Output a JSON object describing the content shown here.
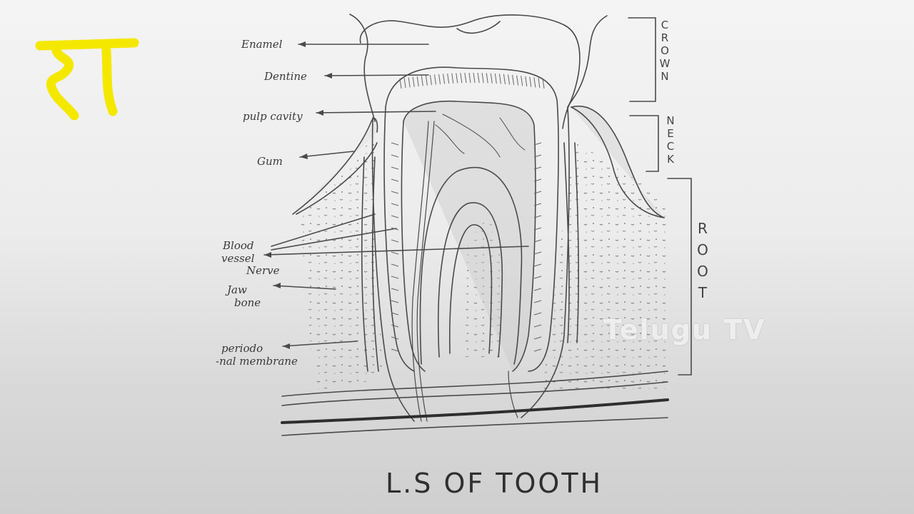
{
  "labels": {
    "enamel": "Enamel",
    "dentine": "Dentine",
    "pulp_cavity": "pulp cavity",
    "gum": "Gum",
    "blood": "Blood",
    "vessel": "vessel",
    "nerve": "Nerve",
    "jaw": "Jaw",
    "bone": "bone",
    "periodo": "periodo",
    "membrane": "-nal membrane"
  },
  "regions": {
    "crown": "CROWN",
    "neck": "NECK",
    "root": "ROOT"
  },
  "title": "L.S OF TOOTH",
  "watermark": "Telugu TV",
  "colors": {
    "logo": "#f5e800",
    "pencil": "#4a4a4a"
  }
}
